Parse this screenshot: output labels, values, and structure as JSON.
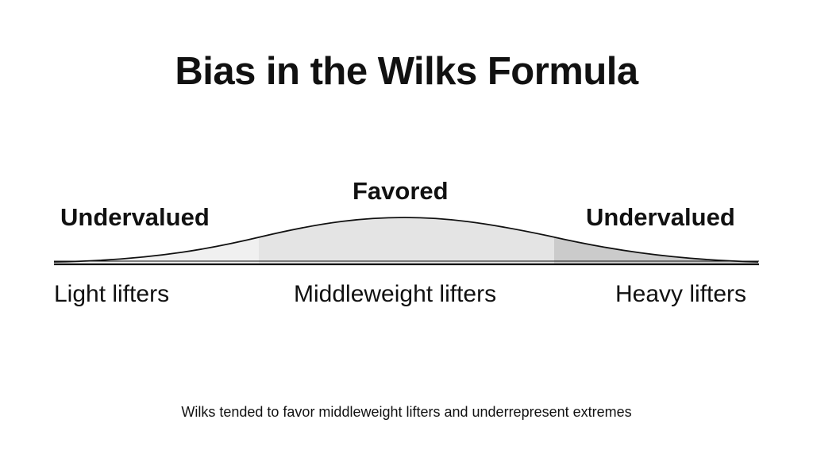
{
  "title": "Bias in the Wilks Formula",
  "regions": {
    "left": "Undervalued",
    "center": "Favored",
    "right": "Undervalued"
  },
  "categories": {
    "light": "Light lifters",
    "middle": "Middleweight lifters",
    "heavy": "Heavy lifters"
  },
  "caption": "Wilks tended to favor middleweight lifters and underrepresent extremes",
  "colors": {
    "left_fill": "#f0f0f0",
    "center_fill": "#e4e4e4",
    "right_fill": "#cbcbcb",
    "line": "#111111"
  }
}
